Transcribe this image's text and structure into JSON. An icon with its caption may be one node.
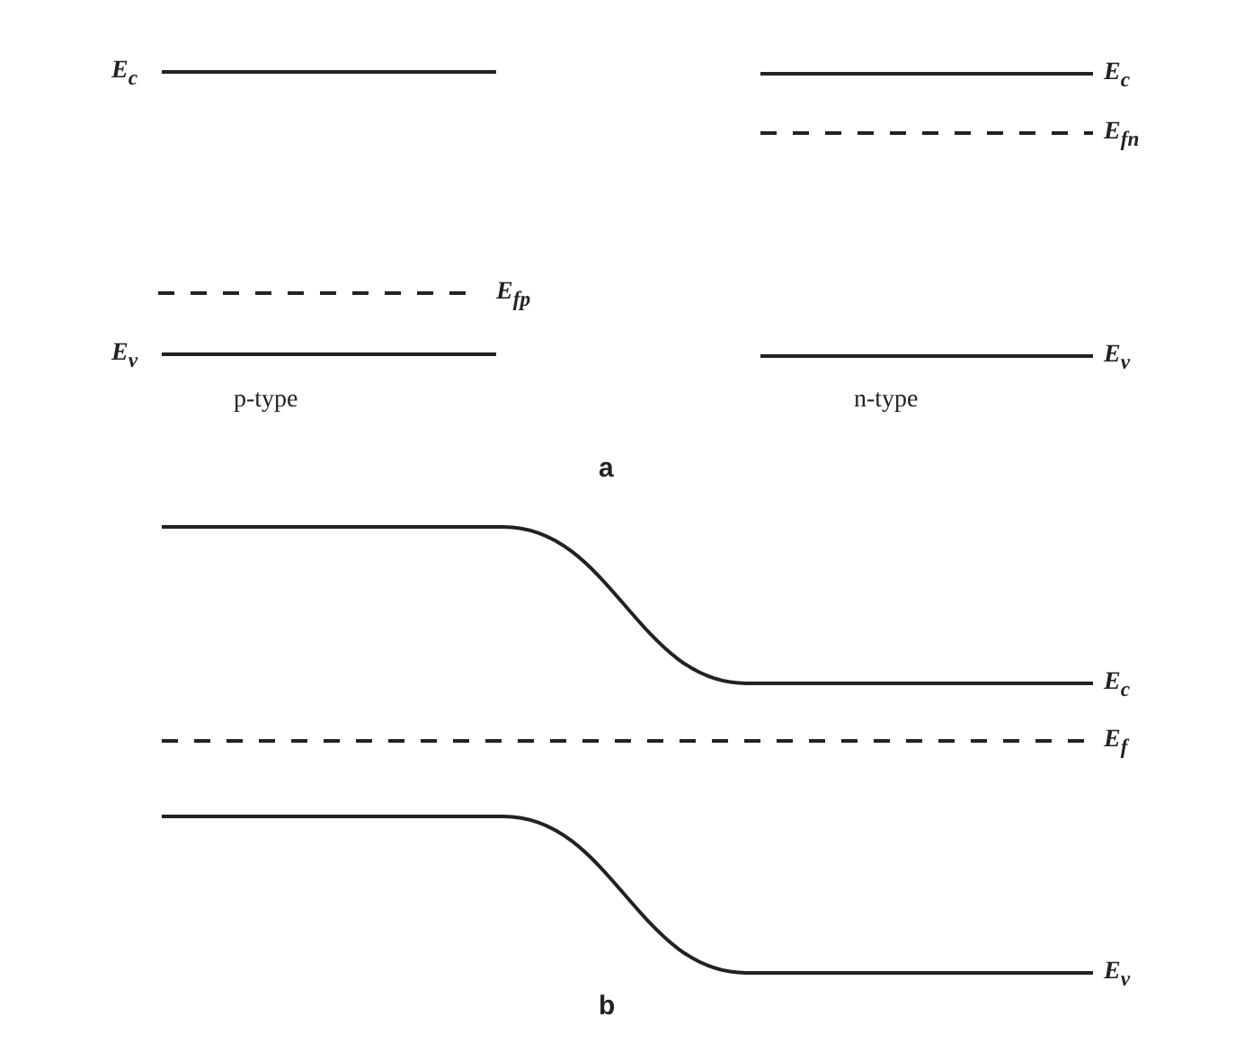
{
  "diagram": {
    "labels": [
      "E$_{c}$",
      "E$_{c}$",
      "E$_{fn}$",
      "E$_{fp}$",
      "E$_{v}$",
      "E$_{v}$",
      "p-type",
      "n-type",
      "a",
      "E$_{c}$",
      "E$_{f}$",
      "E$_{v}$",
      "b"
    ]
  }
}
